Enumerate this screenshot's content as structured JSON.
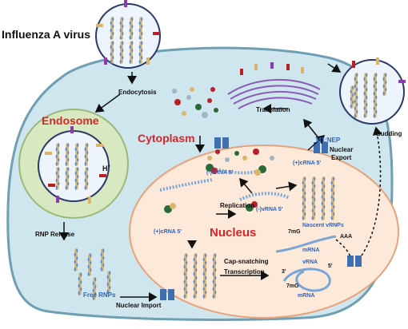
{
  "title": "Influenza A virus",
  "compartments": {
    "endosome": "Endosome",
    "cytoplasm": "Cytoplasm",
    "nucleus": "Nucleus"
  },
  "steps": {
    "endocytosis": "Endocytosis",
    "proton": "H",
    "proton_sup": "+",
    "rnp_release": "RNP Release",
    "free_rnps": "Free RNPs",
    "nuclear_import": "Nuclear Import",
    "replication": "Replication",
    "cap_snatching": "Cap-snatching",
    "transcription": "Transcription",
    "translation": "Translation",
    "nuclear_export": "Nuclear\nExport",
    "budding": "Budding",
    "m1_nep": "M1:NEP",
    "nascent_vrnps": "Nascent vRNPs"
  },
  "rna_labels": {
    "vrna_minus_1": "(-)vRNA 5'",
    "vrna_minus_2": "(-)vRNA 5'",
    "crna_plus_1": "(+)cRNA 5'",
    "crna_plus_2": "(+)cRNA 5'",
    "mrna_top": "mRNA",
    "aaa": "AAA",
    "cap_top": "7mG",
    "vrna_bottom": "vRNA",
    "three_prime": "3'",
    "five_prime": "5'",
    "cap_bottom": "7mG",
    "mrna_bottom": "mRNA"
  },
  "colors": {
    "cell": "#cfe6ee",
    "cell_stroke": "#6f9fb3",
    "nucleus": "#fde9da",
    "nucleus_stroke": "#e8a27a",
    "endosome": "#d8e8c0",
    "endosome_stroke": "#9db97a",
    "red_label": "#d9262a",
    "blue_label": "#2b63c6",
    "rnp_blue": "#5b86c8",
    "rnp_tan": "#d9b46a",
    "pore": "#3f6fb0"
  }
}
